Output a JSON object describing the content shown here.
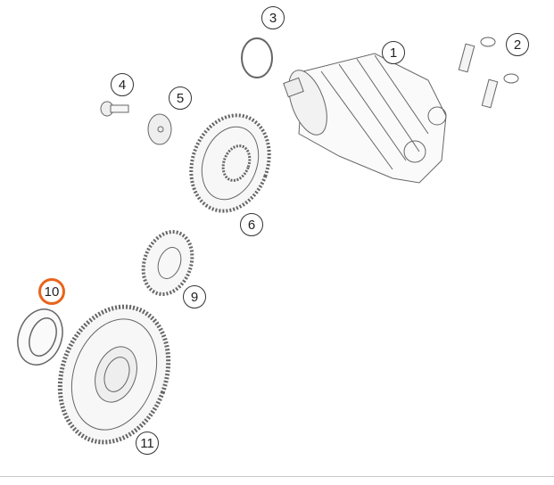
{
  "callouts": [
    {
      "id": "c1",
      "label": "1"
    },
    {
      "id": "c2",
      "label": "2"
    },
    {
      "id": "c3",
      "label": "3"
    },
    {
      "id": "c4",
      "label": "4"
    },
    {
      "id": "c5",
      "label": "5"
    },
    {
      "id": "c6",
      "label": "6"
    },
    {
      "id": "c9",
      "label": "9"
    },
    {
      "id": "c10",
      "label": "10"
    },
    {
      "id": "c11",
      "label": "11"
    }
  ],
  "selected_callout": "10",
  "colors": {
    "highlight": "#e8641c",
    "line": "#555555"
  }
}
